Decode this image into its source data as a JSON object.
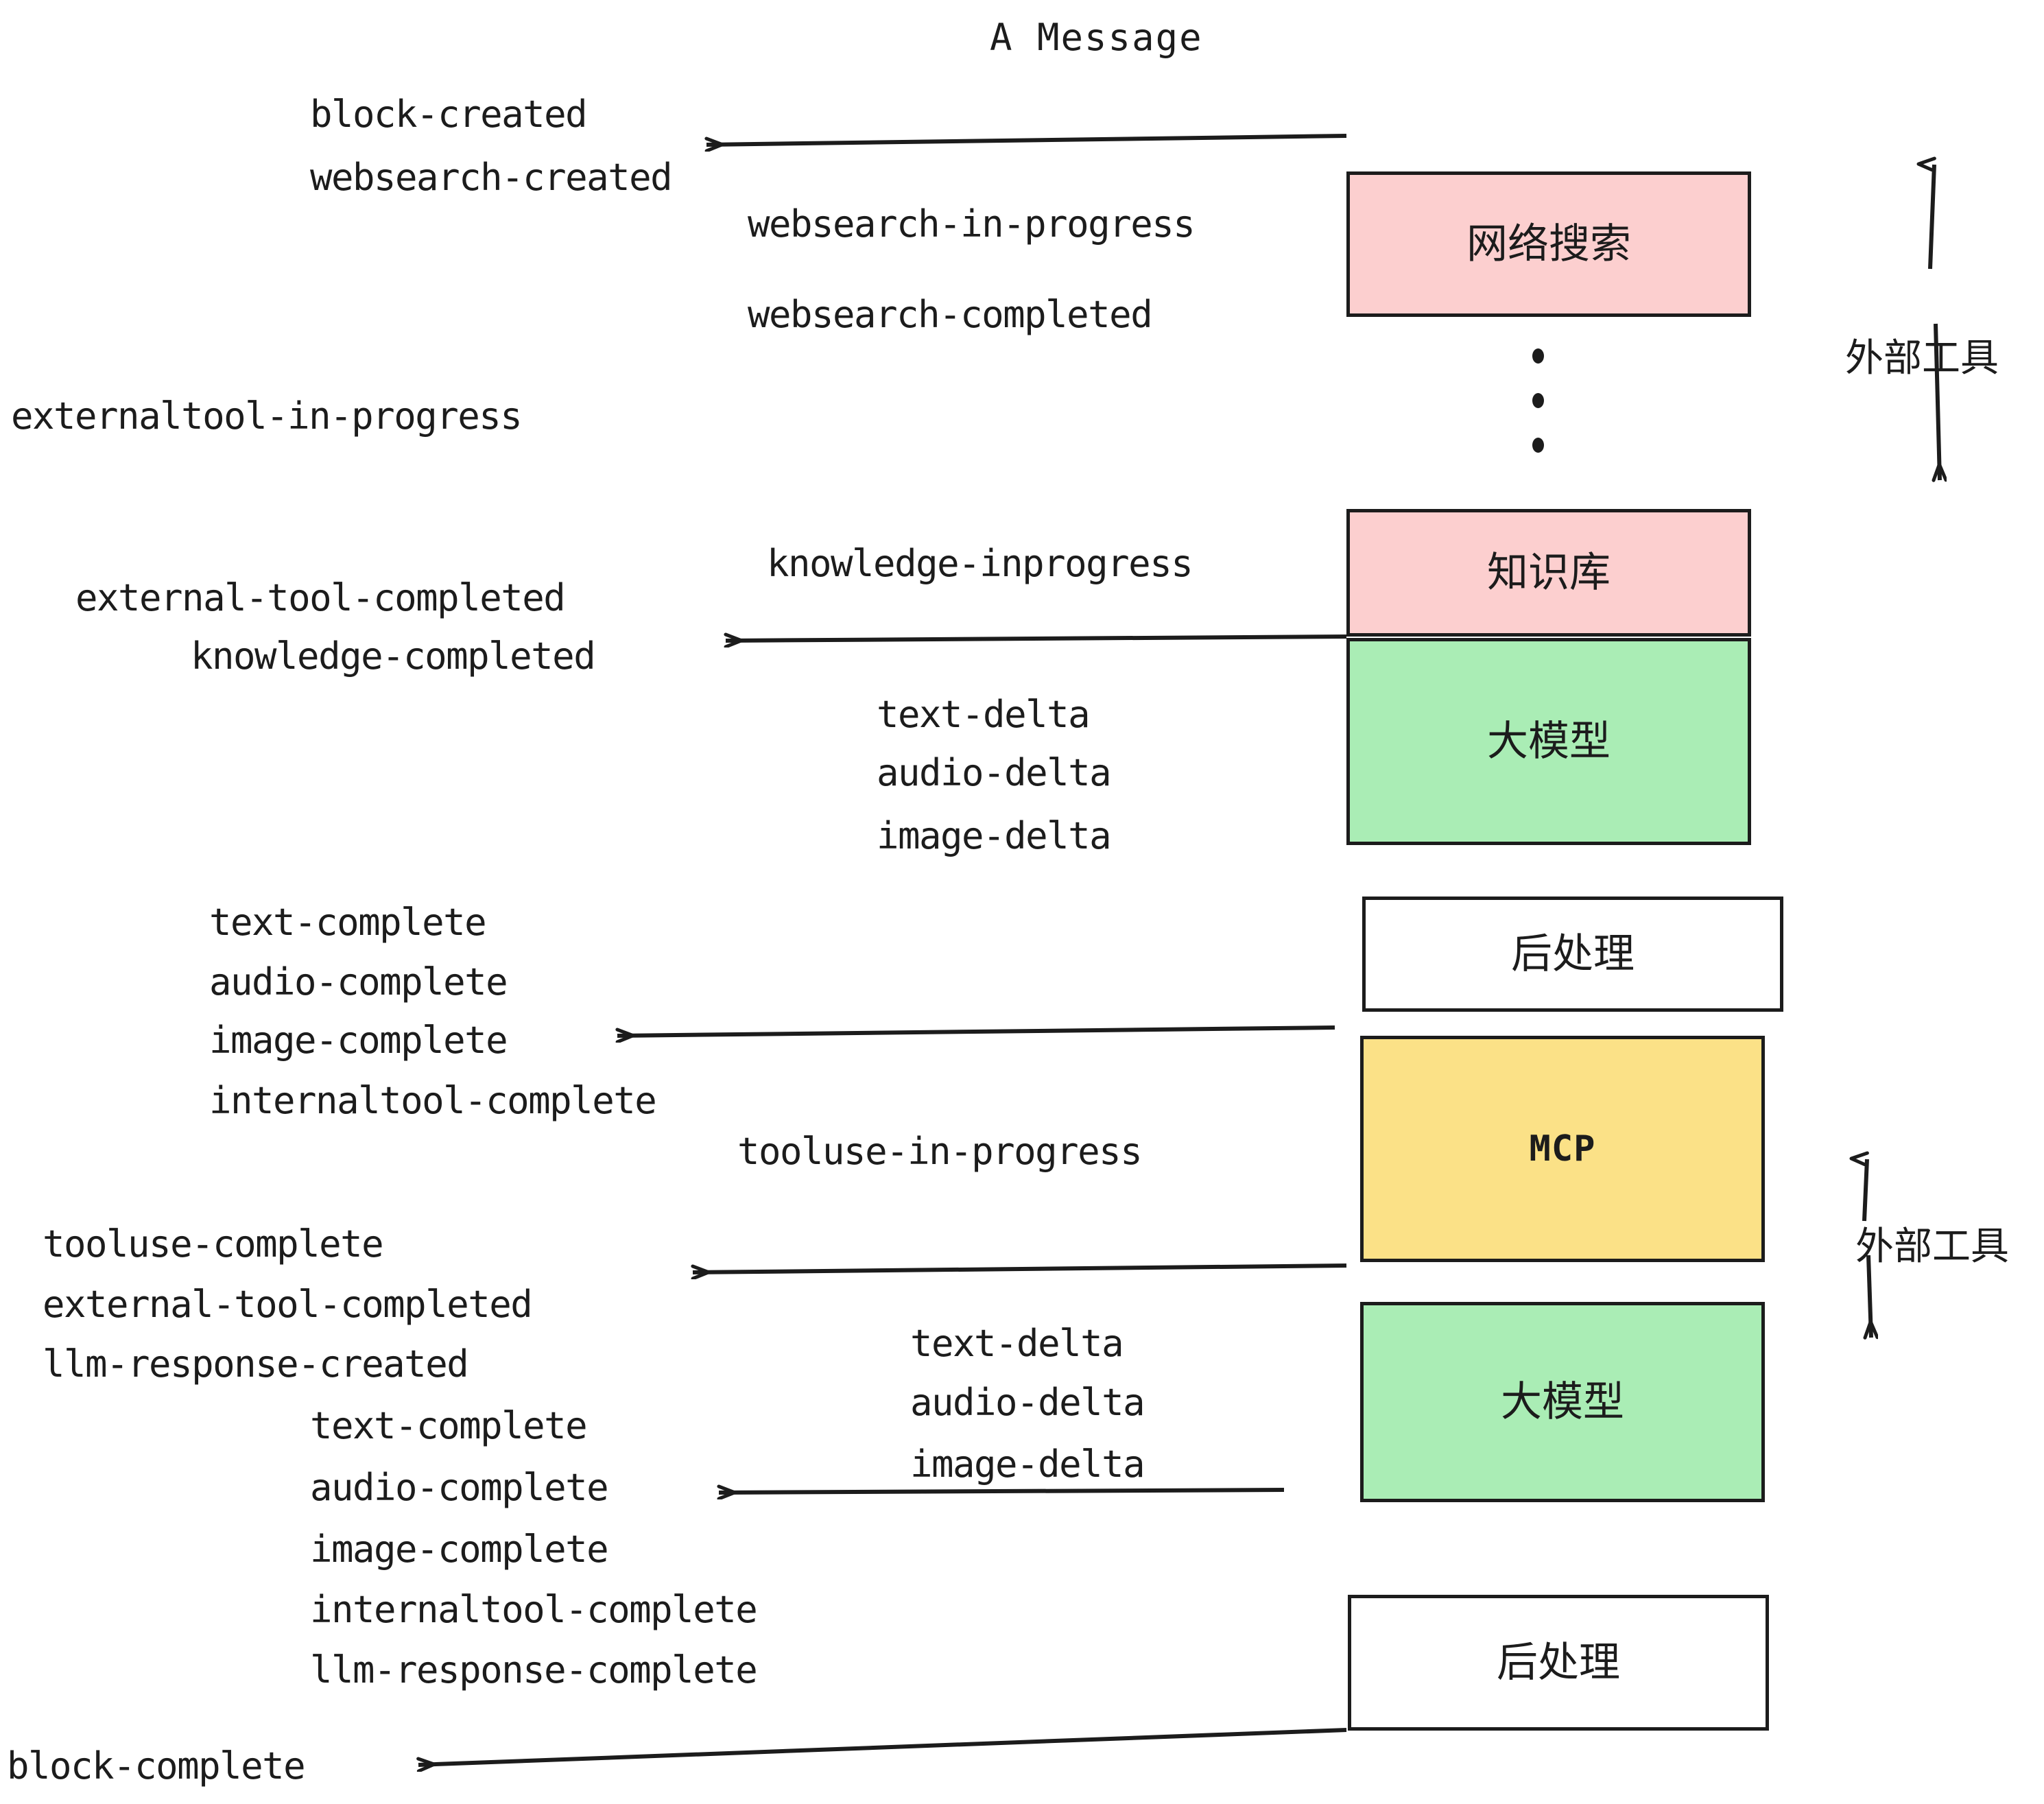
{
  "diagram": {
    "title": "A Message",
    "type": "sequence-flow",
    "background": "#ffffff",
    "stroke": "#1c1c1c",
    "palette": {
      "external_tool_fill": "#fccfcf",
      "llm_fill": "#aaedb5",
      "mcp_fill": "#fbe187",
      "postprocess_fill": "#ffffff",
      "text": "#1c1c1c"
    }
  },
  "nodes": [
    {
      "id": "websearch",
      "label": "网络搜索",
      "fill": "#fccfcf",
      "kind": "external-tool"
    },
    {
      "id": "knowledge",
      "label": "知识库",
      "fill": "#fccfcf",
      "kind": "external-tool"
    },
    {
      "id": "llm-1",
      "label": "大模型",
      "fill": "#aaedb5",
      "kind": "llm"
    },
    {
      "id": "postprocess-1",
      "label": "后处理",
      "fill": "#ffffff",
      "kind": "postprocess"
    },
    {
      "id": "mcp",
      "label": "MCP",
      "fill": "#fbe187",
      "kind": "external-tool"
    },
    {
      "id": "llm-2",
      "label": "大模型",
      "fill": "#aaedb5",
      "kind": "llm"
    },
    {
      "id": "postprocess-2",
      "label": "后处理",
      "fill": "#ffffff",
      "kind": "postprocess"
    }
  ],
  "side_labels": [
    {
      "id": "external-tool-top",
      "text": "外部工具"
    },
    {
      "id": "external-tool-bottom",
      "text": "外部工具"
    }
  ],
  "events": [
    {
      "id": "e01",
      "text": "block-created"
    },
    {
      "id": "e02",
      "text": "websearch-created"
    },
    {
      "id": "e03",
      "text": "websearch-in-progress"
    },
    {
      "id": "e04",
      "text": "websearch-completed"
    },
    {
      "id": "e05",
      "text": "externaltool-in-progress"
    },
    {
      "id": "e06",
      "text": "knowledge-inprogress"
    },
    {
      "id": "e07",
      "text": "external-tool-completed"
    },
    {
      "id": "e08",
      "text": "knowledge-completed"
    },
    {
      "id": "e09",
      "text": "text-delta"
    },
    {
      "id": "e10",
      "text": "audio-delta"
    },
    {
      "id": "e11",
      "text": "image-delta"
    },
    {
      "id": "e12",
      "text": "text-complete"
    },
    {
      "id": "e13",
      "text": "audio-complete"
    },
    {
      "id": "e14",
      "text": "image-complete"
    },
    {
      "id": "e15",
      "text": "internaltool-complete"
    },
    {
      "id": "e16",
      "text": "tooluse-in-progress"
    },
    {
      "id": "e17",
      "text": "tooluse-complete"
    },
    {
      "id": "e18",
      "text": "external-tool-completed"
    },
    {
      "id": "e19",
      "text": "llm-response-created"
    },
    {
      "id": "e20",
      "text": "text-complete"
    },
    {
      "id": "e21",
      "text": "audio-complete"
    },
    {
      "id": "e22",
      "text": "image-complete"
    },
    {
      "id": "e23",
      "text": "internaltool-complete"
    },
    {
      "id": "e24",
      "text": "llm-response-complete"
    },
    {
      "id": "e25",
      "text": "block-complete"
    },
    {
      "id": "e26",
      "text": "text-delta"
    },
    {
      "id": "e27",
      "text": "audio-delta"
    },
    {
      "id": "e28",
      "text": "image-delta"
    }
  ],
  "arrows": [
    {
      "id": "a1",
      "from": "websearch",
      "to": "e01/e02",
      "direction": "leftward"
    },
    {
      "id": "a2",
      "from": "knowledge",
      "to": "e08",
      "direction": "leftward"
    },
    {
      "id": "a3",
      "from": "postprocess-1",
      "to": "e14",
      "direction": "leftward"
    },
    {
      "id": "a4",
      "from": "mcp",
      "to": "e17/e18",
      "direction": "leftward"
    },
    {
      "id": "a5",
      "from": "llm-2",
      "to": "e21",
      "direction": "leftward"
    },
    {
      "id": "a6",
      "from": "postprocess-2",
      "to": "e25",
      "direction": "leftward"
    },
    {
      "id": "a7",
      "kind": "external-tool-up-top",
      "direction": "up"
    },
    {
      "id": "a8",
      "kind": "external-tool-down-top",
      "direction": "down"
    },
    {
      "id": "a9",
      "kind": "external-tool-up-bottom",
      "direction": "up"
    },
    {
      "id": "a10",
      "kind": "external-tool-down-bottom",
      "direction": "down"
    }
  ],
  "ellipsis": {
    "id": "vertical-ellipsis",
    "dots": 3
  }
}
